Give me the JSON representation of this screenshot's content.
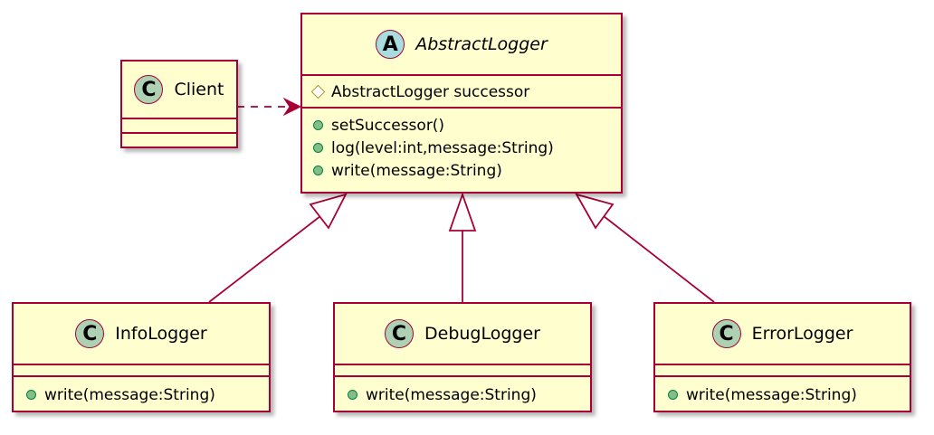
{
  "classes": {
    "client": {
      "name": "Client",
      "stereotype": "C"
    },
    "abstract_logger": {
      "name": "AbstractLogger",
      "stereotype": "A",
      "fields": [
        {
          "visibility": "protected",
          "text": "AbstractLogger successor"
        }
      ],
      "methods": [
        {
          "visibility": "public",
          "text": "setSuccessor()"
        },
        {
          "visibility": "public",
          "text": "log(level:int,message:String)"
        },
        {
          "visibility": "public",
          "text": "write(message:String)"
        }
      ]
    },
    "info_logger": {
      "name": "InfoLogger",
      "stereotype": "C",
      "methods": [
        {
          "visibility": "public",
          "text": "write(message:String)"
        }
      ]
    },
    "debug_logger": {
      "name": "DebugLogger",
      "stereotype": "C",
      "methods": [
        {
          "visibility": "public",
          "text": "write(message:String)"
        }
      ]
    },
    "error_logger": {
      "name": "ErrorLogger",
      "stereotype": "C",
      "methods": [
        {
          "visibility": "public",
          "text": "write(message:String)"
        }
      ]
    }
  },
  "relations": [
    {
      "from": "Client",
      "to": "AbstractLogger",
      "type": "dependency"
    },
    {
      "from": "InfoLogger",
      "to": "AbstractLogger",
      "type": "inheritance"
    },
    {
      "from": "DebugLogger",
      "to": "AbstractLogger",
      "type": "inheritance"
    },
    {
      "from": "ErrorLogger",
      "to": "AbstractLogger",
      "type": "inheritance"
    }
  ],
  "colors": {
    "class_fill": "#fefece",
    "border": "#a80036",
    "class_stereotype_fill": "#add1b2",
    "abstract_stereotype_fill": "#a9dcdf",
    "public_fill": "#84be84",
    "protected_outline": "#b38d22"
  }
}
